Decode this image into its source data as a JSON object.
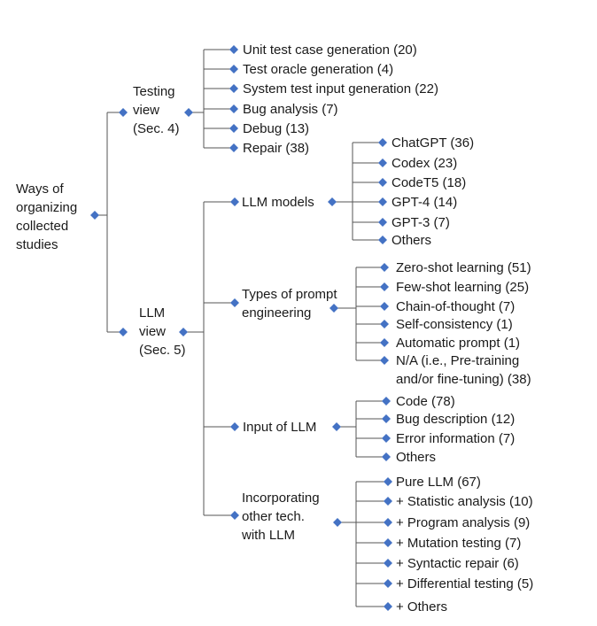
{
  "diagram": {
    "marker_color": "#4472c4",
    "line_color": "#555555",
    "root": {
      "lines": [
        "Ways of",
        "organizing",
        "collected",
        "studies"
      ]
    },
    "testing_view": {
      "lines": [
        "Testing",
        "view",
        "(Sec. 4)"
      ],
      "items": [
        "Unit test case generation (20)",
        "Test oracle generation (4)",
        "System test input generation (22)",
        "Bug analysis (7)",
        "Debug (13)",
        "Repair (38)"
      ]
    },
    "llm_view": {
      "lines": [
        "LLM",
        "view",
        "(Sec. 5)"
      ],
      "llm_models": {
        "lines": [
          "LLM models"
        ],
        "items": [
          "ChatGPT (36)",
          "Codex (23)",
          "CodeT5 (18)",
          "GPT-4 (14)",
          "GPT-3 (7)",
          "Others"
        ]
      },
      "prompt_engineering": {
        "lines": [
          "Types of prompt",
          "engineering"
        ],
        "items": [
          [
            "Zero-shot learning (51)"
          ],
          [
            "Few-shot learning (25)"
          ],
          [
            "Chain-of-thought (7)"
          ],
          [
            "Self-consistency (1)"
          ],
          [
            "Automatic prompt (1)"
          ],
          [
            "N/A (i.e., Pre-training",
            "and/or fine-tuning) (38)"
          ]
        ]
      },
      "input_of_llm": {
        "lines": [
          "Input of LLM"
        ],
        "items": [
          "Code (78)",
          "Bug description (12)",
          "Error information (7)",
          "Others"
        ]
      },
      "incorporating_other_tech": {
        "lines": [
          "Incorporating",
          "other tech.",
          "with LLM"
        ],
        "items": [
          "Pure LLM (67)",
          "+ Statistic analysis (10)",
          "+ Program analysis (9)",
          "+ Mutation testing (7)",
          "+ Syntactic repair (6)",
          "+ Differential testing (5)",
          "+ Others"
        ]
      }
    }
  }
}
